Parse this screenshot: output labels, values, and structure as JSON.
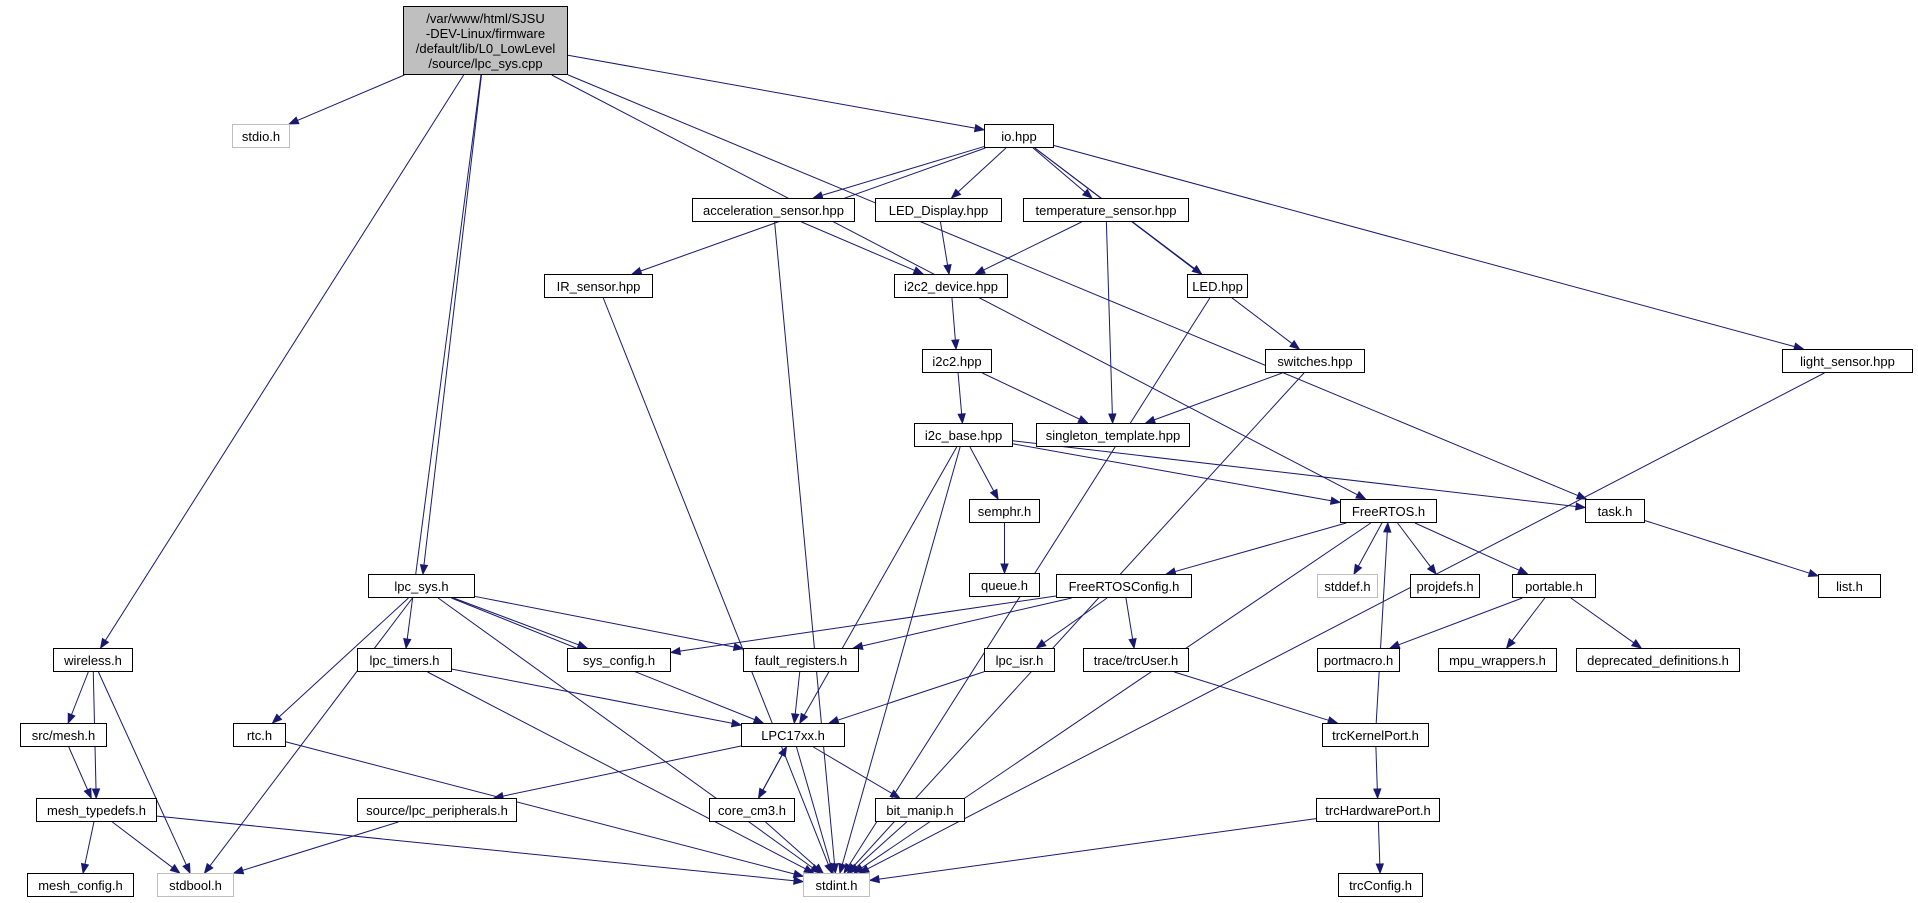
{
  "colors": {
    "edge": "#191970",
    "node_border": "#000000",
    "external_border": "#bfbfbf",
    "root_fill": "#bfbfbf"
  },
  "root": {
    "id": "lpc_sys_cpp",
    "lines": [
      "/var/www/html/SJSU",
      "-DEV-Linux/firmware",
      "/default/lib/L0_LowLevel",
      "/source/lpc_sys.cpp"
    ]
  },
  "nodes": [
    {
      "id": "stdio",
      "label": "stdio.h",
      "external": true
    },
    {
      "id": "io",
      "label": "io.hpp"
    },
    {
      "id": "accel",
      "label": "acceleration_sensor.hpp"
    },
    {
      "id": "led_disp",
      "label": "LED_Display.hpp"
    },
    {
      "id": "temp",
      "label": "temperature_sensor.hpp"
    },
    {
      "id": "ir",
      "label": "IR_sensor.hpp"
    },
    {
      "id": "i2c2dev",
      "label": "i2c2_device.hpp"
    },
    {
      "id": "led",
      "label": "LED.hpp"
    },
    {
      "id": "i2c2",
      "label": "i2c2.hpp"
    },
    {
      "id": "switches",
      "label": "switches.hpp"
    },
    {
      "id": "light",
      "label": "light_sensor.hpp"
    },
    {
      "id": "i2cbase",
      "label": "i2c_base.hpp"
    },
    {
      "id": "singleton",
      "label": "singleton_template.hpp"
    },
    {
      "id": "semphr",
      "label": "semphr.h"
    },
    {
      "id": "freertos",
      "label": "FreeRTOS.h"
    },
    {
      "id": "task",
      "label": "task.h"
    },
    {
      "id": "queue",
      "label": "queue.h"
    },
    {
      "id": "lpcsys",
      "label": "lpc_sys.h"
    },
    {
      "id": "frconfig",
      "label": "FreeRTOSConfig.h"
    },
    {
      "id": "stddef",
      "label": "stddef.h",
      "external": true
    },
    {
      "id": "projdefs",
      "label": "projdefs.h"
    },
    {
      "id": "portable",
      "label": "portable.h"
    },
    {
      "id": "list",
      "label": "list.h"
    },
    {
      "id": "wireless",
      "label": "wireless.h"
    },
    {
      "id": "lpctimers",
      "label": "lpc_timers.h"
    },
    {
      "id": "sysconfig",
      "label": "sys_config.h"
    },
    {
      "id": "fault",
      "label": "fault_registers.h"
    },
    {
      "id": "lpcisr",
      "label": "lpc_isr.h"
    },
    {
      "id": "trcuser",
      "label": "trace/trcUser.h"
    },
    {
      "id": "portmacro",
      "label": "portmacro.h"
    },
    {
      "id": "mpuwrap",
      "label": "mpu_wrappers.h"
    },
    {
      "id": "deprecated",
      "label": "deprecated_definitions.h"
    },
    {
      "id": "srcmesh",
      "label": "src/mesh.h"
    },
    {
      "id": "rtc",
      "label": "rtc.h"
    },
    {
      "id": "lpc17xx",
      "label": "LPC17xx.h"
    },
    {
      "id": "trckernel",
      "label": "trcKernelPort.h"
    },
    {
      "id": "meshtypedefs",
      "label": "mesh_typedefs.h"
    },
    {
      "id": "lpcperiph",
      "label": "source/lpc_peripherals.h"
    },
    {
      "id": "corecm3",
      "label": "core_cm3.h"
    },
    {
      "id": "bitmanip",
      "label": "bit_manip.h"
    },
    {
      "id": "trchw",
      "label": "trcHardwarePort.h"
    },
    {
      "id": "meshconfig",
      "label": "mesh_config.h"
    },
    {
      "id": "stdbool",
      "label": "stdbool.h",
      "external": true
    },
    {
      "id": "stdint",
      "label": "stdint.h",
      "external": true
    },
    {
      "id": "trcconfig",
      "label": "trcConfig.h"
    }
  ],
  "edges": [
    [
      "lpc_sys_cpp",
      "stdio"
    ],
    [
      "lpc_sys_cpp",
      "io"
    ],
    [
      "lpc_sys_cpp",
      "freertos"
    ],
    [
      "lpc_sys_cpp",
      "task"
    ],
    [
      "lpc_sys_cpp",
      "wireless"
    ],
    [
      "lpc_sys_cpp",
      "lpcsys"
    ],
    [
      "lpc_sys_cpp",
      "lpctimers"
    ],
    [
      "io",
      "accel"
    ],
    [
      "io",
      "led_disp"
    ],
    [
      "io",
      "temp"
    ],
    [
      "io",
      "ir"
    ],
    [
      "io",
      "led"
    ],
    [
      "io",
      "switches"
    ],
    [
      "io",
      "light"
    ],
    [
      "accel",
      "i2c2dev"
    ],
    [
      "accel",
      "stdint"
    ],
    [
      "led_disp",
      "i2c2dev"
    ],
    [
      "temp",
      "i2c2dev"
    ],
    [
      "temp",
      "singleton"
    ],
    [
      "ir",
      "stdint"
    ],
    [
      "i2c2dev",
      "i2c2"
    ],
    [
      "led",
      "stdint"
    ],
    [
      "i2c2",
      "i2cbase"
    ],
    [
      "i2c2",
      "singleton"
    ],
    [
      "switches",
      "singleton"
    ],
    [
      "switches",
      "stdint"
    ],
    [
      "light",
      "stdint"
    ],
    [
      "i2cbase",
      "semphr"
    ],
    [
      "i2cbase",
      "freertos"
    ],
    [
      "i2cbase",
      "task"
    ],
    [
      "i2cbase",
      "lpc17xx"
    ],
    [
      "i2cbase",
      "stdint"
    ],
    [
      "semphr",
      "queue"
    ],
    [
      "freertos",
      "frconfig"
    ],
    [
      "freertos",
      "stddef"
    ],
    [
      "freertos",
      "projdefs"
    ],
    [
      "freertos",
      "portable"
    ],
    [
      "freertos",
      "stdint"
    ],
    [
      "task",
      "list"
    ],
    [
      "frconfig",
      "sysconfig"
    ],
    [
      "frconfig",
      "fault"
    ],
    [
      "frconfig",
      "lpcisr"
    ],
    [
      "frconfig",
      "trcuser"
    ],
    [
      "portable",
      "portmacro"
    ],
    [
      "portable",
      "mpuwrap"
    ],
    [
      "portable",
      "deprecated"
    ],
    [
      "lpcsys",
      "sysconfig"
    ],
    [
      "lpcsys",
      "fault"
    ],
    [
      "lpcsys",
      "lpc17xx"
    ],
    [
      "lpcsys",
      "rtc"
    ],
    [
      "lpcsys",
      "stdbool"
    ],
    [
      "lpcsys",
      "stdint"
    ],
    [
      "wireless",
      "srcmesh"
    ],
    [
      "wireless",
      "meshtypedefs"
    ],
    [
      "wireless",
      "stdbool"
    ],
    [
      "lpctimers",
      "lpc17xx"
    ],
    [
      "lpctimers",
      "stdint"
    ],
    [
      "fault",
      "lpc17xx"
    ],
    [
      "lpcisr",
      "lpc17xx"
    ],
    [
      "trcuser",
      "trckernel"
    ],
    [
      "srcmesh",
      "meshtypedefs"
    ],
    [
      "rtc",
      "stdint"
    ],
    [
      "lpc17xx",
      "lpcperiph"
    ],
    [
      "lpc17xx",
      "corecm3"
    ],
    [
      "lpc17xx",
      "bitmanip"
    ],
    [
      "lpc17xx",
      "stdint"
    ],
    [
      "trckernel",
      "trchw"
    ],
    [
      "trckernel",
      "freertos"
    ],
    [
      "meshtypedefs",
      "meshconfig"
    ],
    [
      "meshtypedefs",
      "stdbool"
    ],
    [
      "meshtypedefs",
      "stdint"
    ],
    [
      "lpcperiph",
      "stdbool"
    ],
    [
      "corecm3",
      "lpc17xx"
    ],
    [
      "corecm3",
      "stdint"
    ],
    [
      "bitmanip",
      "stdint"
    ],
    [
      "trchw",
      "trcconfig"
    ],
    [
      "trchw",
      "stdint"
    ]
  ]
}
